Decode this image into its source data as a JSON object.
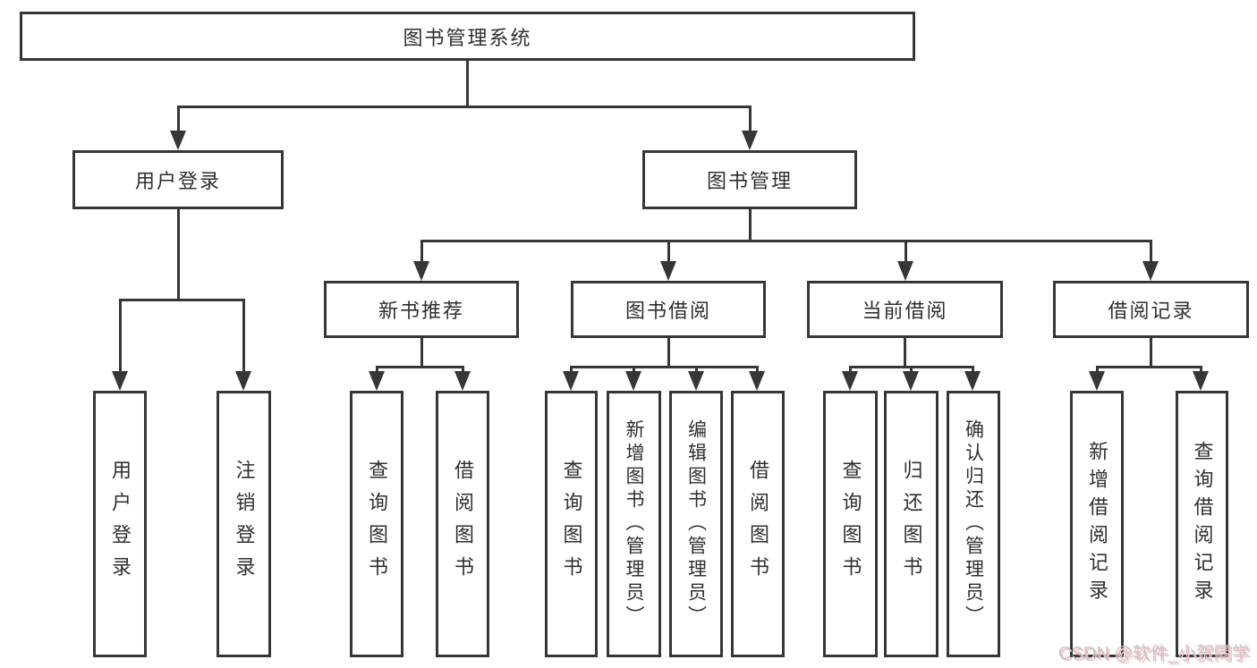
{
  "tree": {
    "label": "图书管理系统",
    "children": [
      {
        "label": "用户登录",
        "children": [
          {
            "label": "用户登录"
          },
          {
            "label": "注销登录"
          }
        ]
      },
      {
        "label": "图书管理",
        "children": [
          {
            "label": "新书推荐",
            "children": [
              {
                "label": "查询图书"
              },
              {
                "label": "借阅图书"
              }
            ]
          },
          {
            "label": "图书借阅",
            "children": [
              {
                "label": "查询图书"
              },
              {
                "label": "新增图书（管理员）"
              },
              {
                "label": "编辑图书（管理员）"
              },
              {
                "label": "借阅图书"
              }
            ]
          },
          {
            "label": "当前借阅",
            "children": [
              {
                "label": "查询图书"
              },
              {
                "label": "归还图书"
              },
              {
                "label": "确认归还（管理员）"
              }
            ]
          },
          {
            "label": "借阅记录",
            "children": [
              {
                "label": "新增借阅记录"
              },
              {
                "label": "查询借阅记录"
              }
            ]
          }
        ]
      }
    ]
  },
  "watermark": {
    "text": "CSDN @软件_小贺同学"
  },
  "colors": {
    "line": "#363636",
    "box_border": "#363636",
    "box_fill": "#ffffff",
    "text": "#2f2f2f",
    "background": "#ffffff",
    "watermark_text": "#c7c7c7",
    "watermark_shadow": "#f6b8c4"
  }
}
